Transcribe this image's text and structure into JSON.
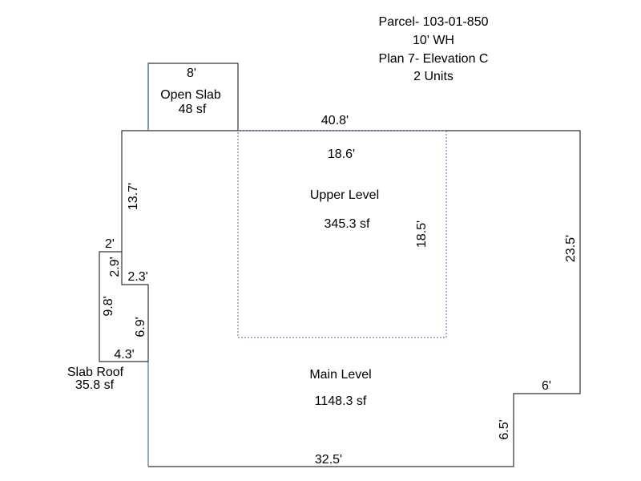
{
  "header": {
    "parcel": "Parcel- 103-01-850",
    "wall_height": "10' WH",
    "plan": "Plan 7- Elevation C",
    "units": "2 Units"
  },
  "open_slab": {
    "label": "Open Slab",
    "area": "48 sf",
    "width": "8'"
  },
  "upper_level": {
    "label": "Upper Level",
    "area": "345.3 sf",
    "width": "18.6'",
    "depth": "18.5'"
  },
  "main_level": {
    "label": "Main Level",
    "area": "1148.3 sf",
    "top": "40.8'",
    "bottom": "32.5'",
    "right": "23.5'",
    "left_upper": "13.7'",
    "step_width": "6'",
    "step_height": "6.5'",
    "notch": "2.3'",
    "notch_height": "6.9'"
  },
  "slab_roof": {
    "label": "Slab Roof",
    "area": "35.8 sf",
    "top": "2'",
    "step": "2.9'",
    "side": "9.8'",
    "bottom": "4.3'"
  }
}
